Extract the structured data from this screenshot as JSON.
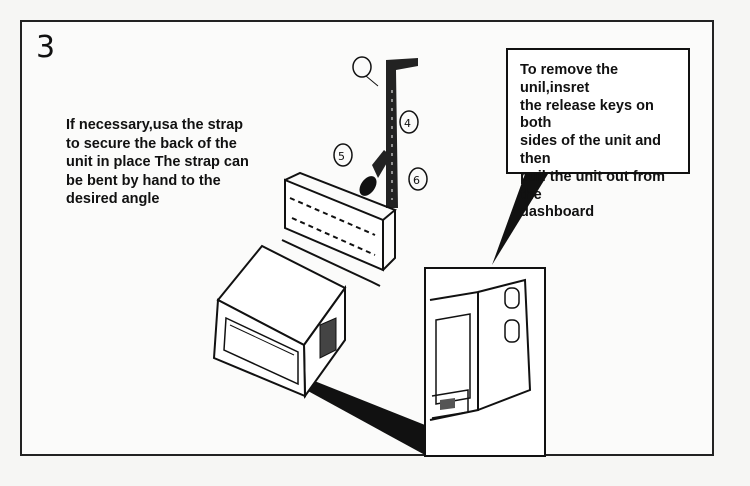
{
  "step": {
    "number": "3"
  },
  "left_note": {
    "text": "If necessary,usa the strap\nto secure the back of the\n unit in place The strap can\nbe bent by hand to the\ndesired angle"
  },
  "callout": {
    "text": "To remove the unil,insret\nthe release keys on both\nsides of the unit and then\npuil the unit out from the\ndashboard"
  },
  "part_labels": [
    "4",
    "5",
    "6"
  ]
}
